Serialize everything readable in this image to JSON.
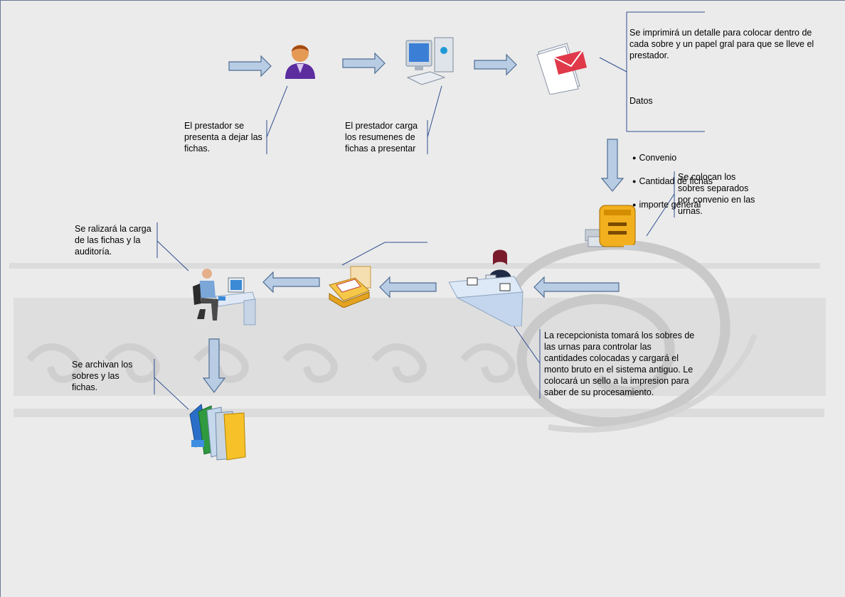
{
  "steps": {
    "prestador_presenta": "El prestador se presenta a dejar las fichas.",
    "prestador_carga": "El prestador carga los resumenes de fichas a presentar",
    "imprimira": "Se imprimirá un detalle para colocar dentro de cada sobre y un papel gral para que se lleve el prestador.",
    "datos_title": "Datos",
    "datos_items": [
      "Convenio",
      "Cantidad de fichas",
      "importe general"
    ],
    "colocan_sobres": "Se colocan los sobres separados por convenio en las urnas.",
    "recepcionista": "La recepcionista tomará los sobres de las urnas para controlar las cantidades colocadas y cargará el monto bruto en el sistema antiguo. Le colocará un sello a la impresion para saber de su procesamiento.",
    "realizara_carga": "Se ralizará la carga de las fichas y la auditoría.",
    "archivan": "Se archivan los sobres y las fichas."
  },
  "icons": [
    "person-icon",
    "computer-icon",
    "envelope-icon",
    "mailbox-icon",
    "receptionist-icon",
    "file-tray-icon",
    "office-worker-icon",
    "binders-icon"
  ],
  "colors": {
    "arrow_fill": "#b8cce4",
    "arrow_stroke": "#4f6d93",
    "callout_line": "#2f4f8f",
    "background": "#ebebeb"
  }
}
